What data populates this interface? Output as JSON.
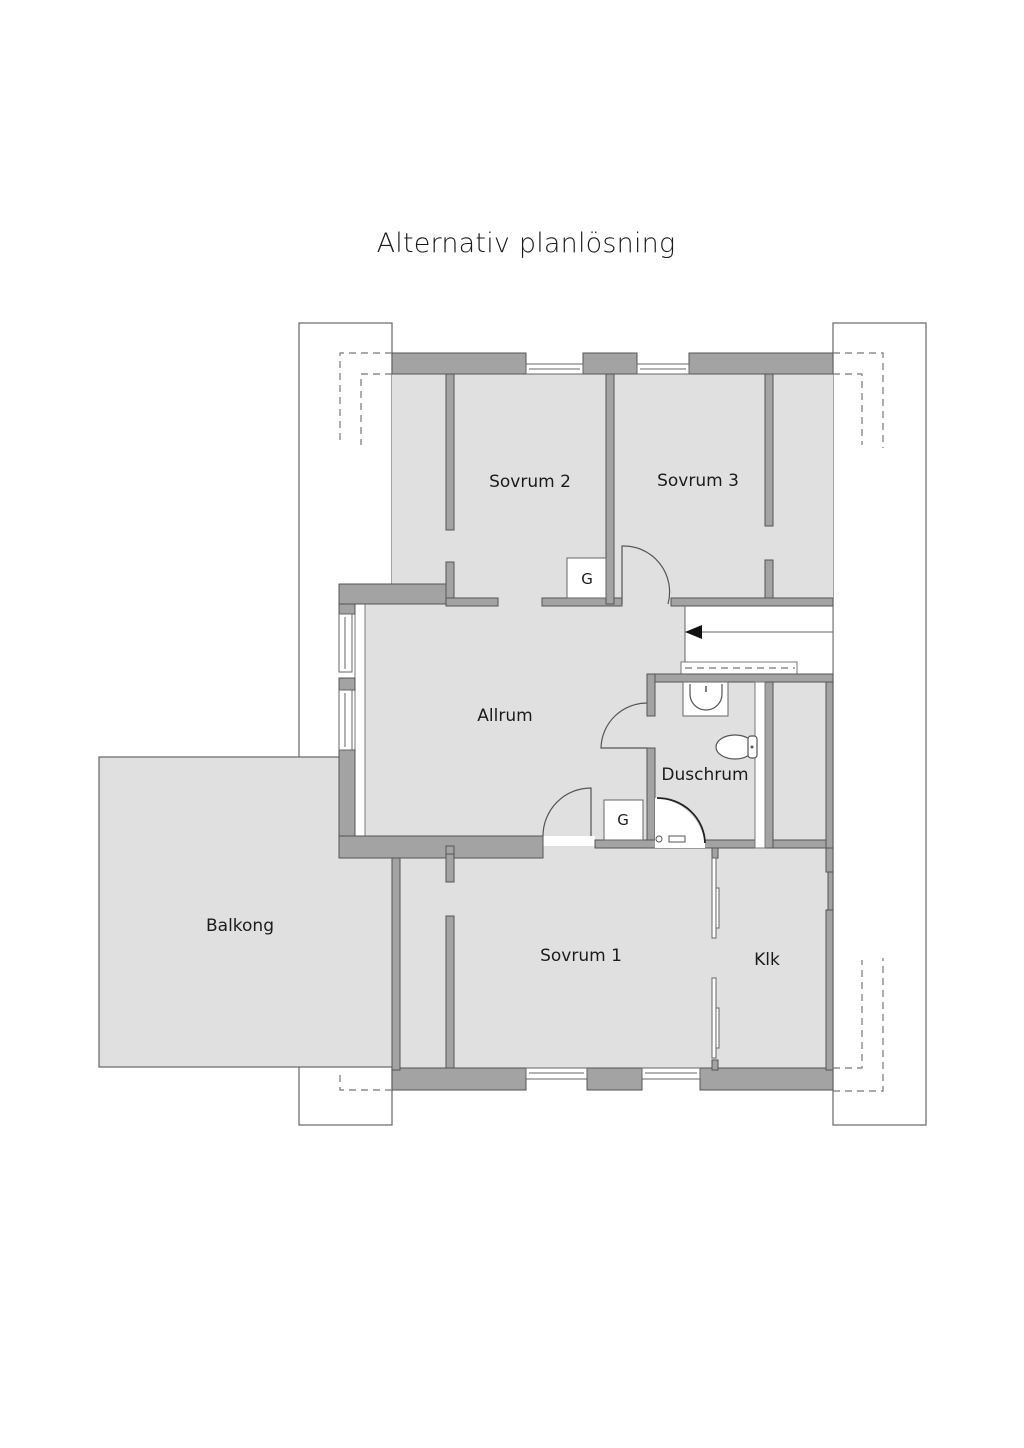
{
  "title": "Alternativ planlösning",
  "rooms": {
    "sovrum2": "Sovrum 2",
    "sovrum3": "Sovrum 3",
    "allrum": "Allrum",
    "duschrum": "Duschrum",
    "sovrum1": "Sovrum 1",
    "klk": "Klk",
    "balkong": "Balkong"
  },
  "fixtures": {
    "g_upper": "G",
    "g_lower": "G"
  },
  "colors": {
    "floor": "#e0e0e0",
    "wall": "#a3a3a3",
    "outline": "#555555",
    "background": "#ffffff"
  },
  "icons": [
    "stair-direction-arrow-icon",
    "washbasin-icon",
    "toilet-icon",
    "shower-icon",
    "window-icon",
    "door-swing-icon"
  ]
}
